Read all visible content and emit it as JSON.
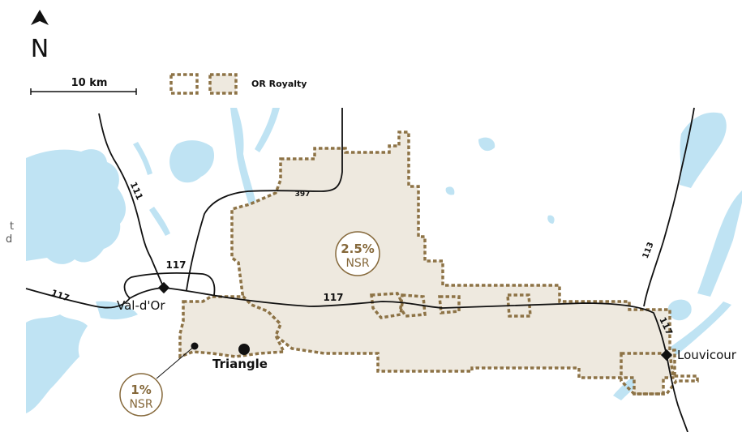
{
  "north_arrow": {
    "letter": "N"
  },
  "scale_bar": {
    "label": "10 km"
  },
  "legend": {
    "label": "OR Royalty"
  },
  "roads": {
    "r111": "111",
    "r117_west": "117",
    "r117_north": "117",
    "r117_center": "117",
    "r397": "397",
    "r113": "113",
    "r117_east": "117"
  },
  "places": {
    "val_dor": "Val-d'Or",
    "louvicourt": "Louvicour",
    "triangle": "Triangle"
  },
  "nsr_badges": {
    "large": {
      "pct": "2.5%",
      "word": "NSR"
    },
    "small": {
      "pct": "1%",
      "word": "NSR"
    }
  },
  "clipped_text": {
    "line1": "t",
    "line2": "d"
  },
  "colors": {
    "water": "#bfe3f3",
    "claim_fill": "#eee9df",
    "claim_border": "#8d7346",
    "road": "#111111",
    "nsr_accent": "#85683a"
  }
}
